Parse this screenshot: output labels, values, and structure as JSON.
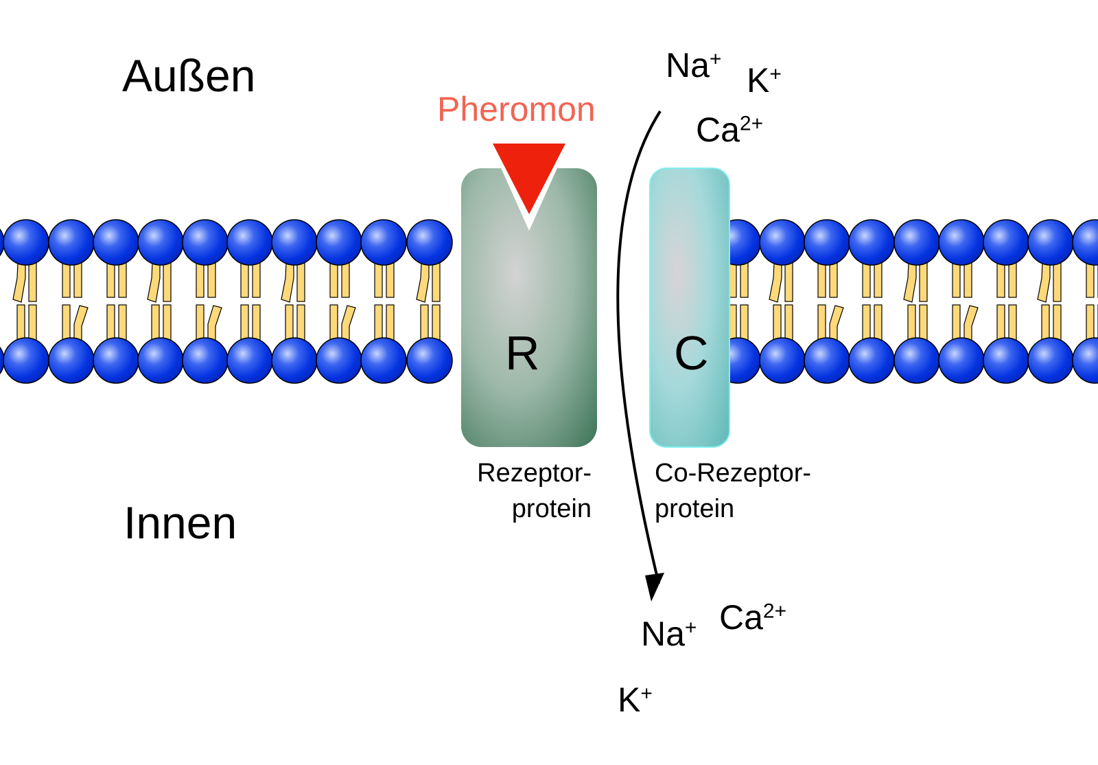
{
  "labels": {
    "outside": "Außen",
    "inside": "Innen",
    "pheromone": "Pheromon",
    "receptor_letter": "R",
    "coreceptor_letter": "C",
    "receptor_caption_line1": "Rezeptor-",
    "receptor_caption_line2": "protein",
    "coreceptor_caption_line1": "Co-Rezeptor-",
    "coreceptor_caption_line2": "protein"
  },
  "ions_outside": [
    {
      "symbol": "Na",
      "charge": "+"
    },
    {
      "symbol": "K",
      "charge": "+"
    },
    {
      "symbol": "Ca",
      "charge": "2+"
    }
  ],
  "ions_inside": [
    {
      "symbol": "Na",
      "charge": "+"
    },
    {
      "symbol": "Ca",
      "charge": "2+"
    },
    {
      "symbol": "K",
      "charge": "+"
    }
  ],
  "colors": {
    "lipid_head": "#0433e0",
    "lipid_tail": "#fdd97a",
    "pheromone_triangle": "#ee220c",
    "pheromone_text": "#f26452",
    "receptor": "#5e8f76",
    "coreceptor": "#7fcfcf"
  }
}
